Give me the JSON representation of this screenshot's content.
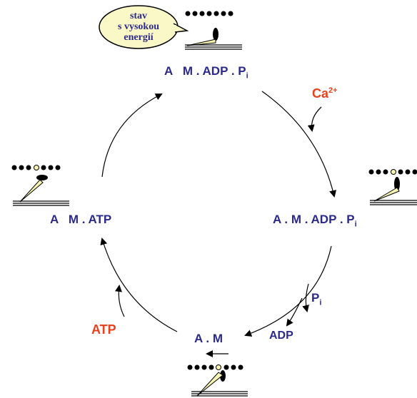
{
  "bubble": {
    "line1": "stav",
    "line2": "s vysokou",
    "line3": "energií"
  },
  "states": {
    "top": {
      "main": "A   M . ADP . P",
      "sub": "i"
    },
    "right": {
      "main": "A . M . ADP . P",
      "sub": "i"
    },
    "bottom": {
      "main": "A . M"
    },
    "left": {
      "main": "A   M . ATP"
    }
  },
  "labels": {
    "calcium": {
      "main": "Ca",
      "sup": "2+"
    },
    "atp": "ATP",
    "pi": {
      "main": "P",
      "sub": "i"
    },
    "adp": "ADP"
  },
  "colors": {
    "state_text": "#2b2a8c",
    "accent_red": "#e8411c",
    "bubble_fill": "#fbf8c8",
    "head_yellow": "#f7f3b0"
  }
}
